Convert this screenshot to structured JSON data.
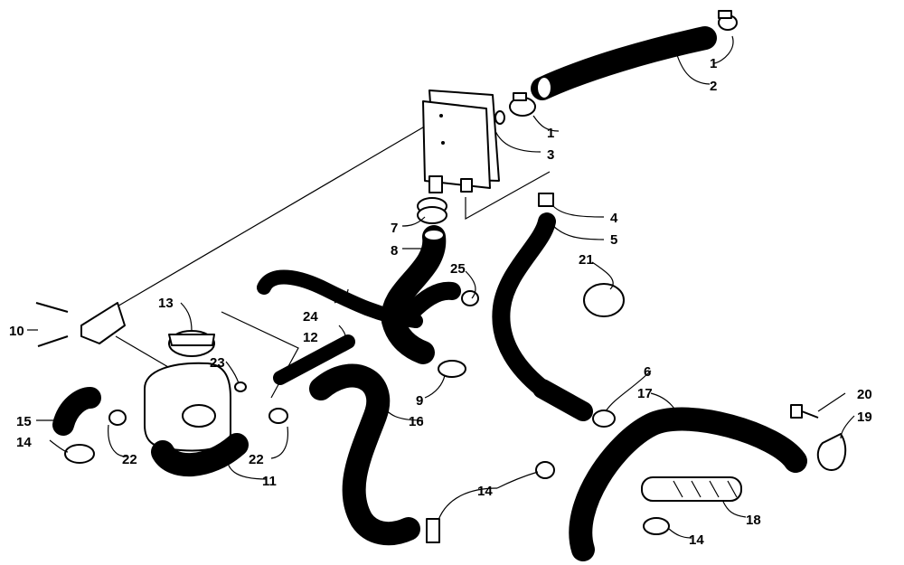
{
  "callouts": [
    "1",
    "2",
    "1",
    "3",
    "4",
    "5",
    "21",
    "7",
    "8",
    "25",
    "24",
    "12",
    "13",
    "23",
    "10",
    "9",
    "6",
    "17",
    "16",
    "20",
    "19",
    "15",
    "14",
    "22",
    "22",
    "11",
    "14",
    "18",
    "14"
  ]
}
